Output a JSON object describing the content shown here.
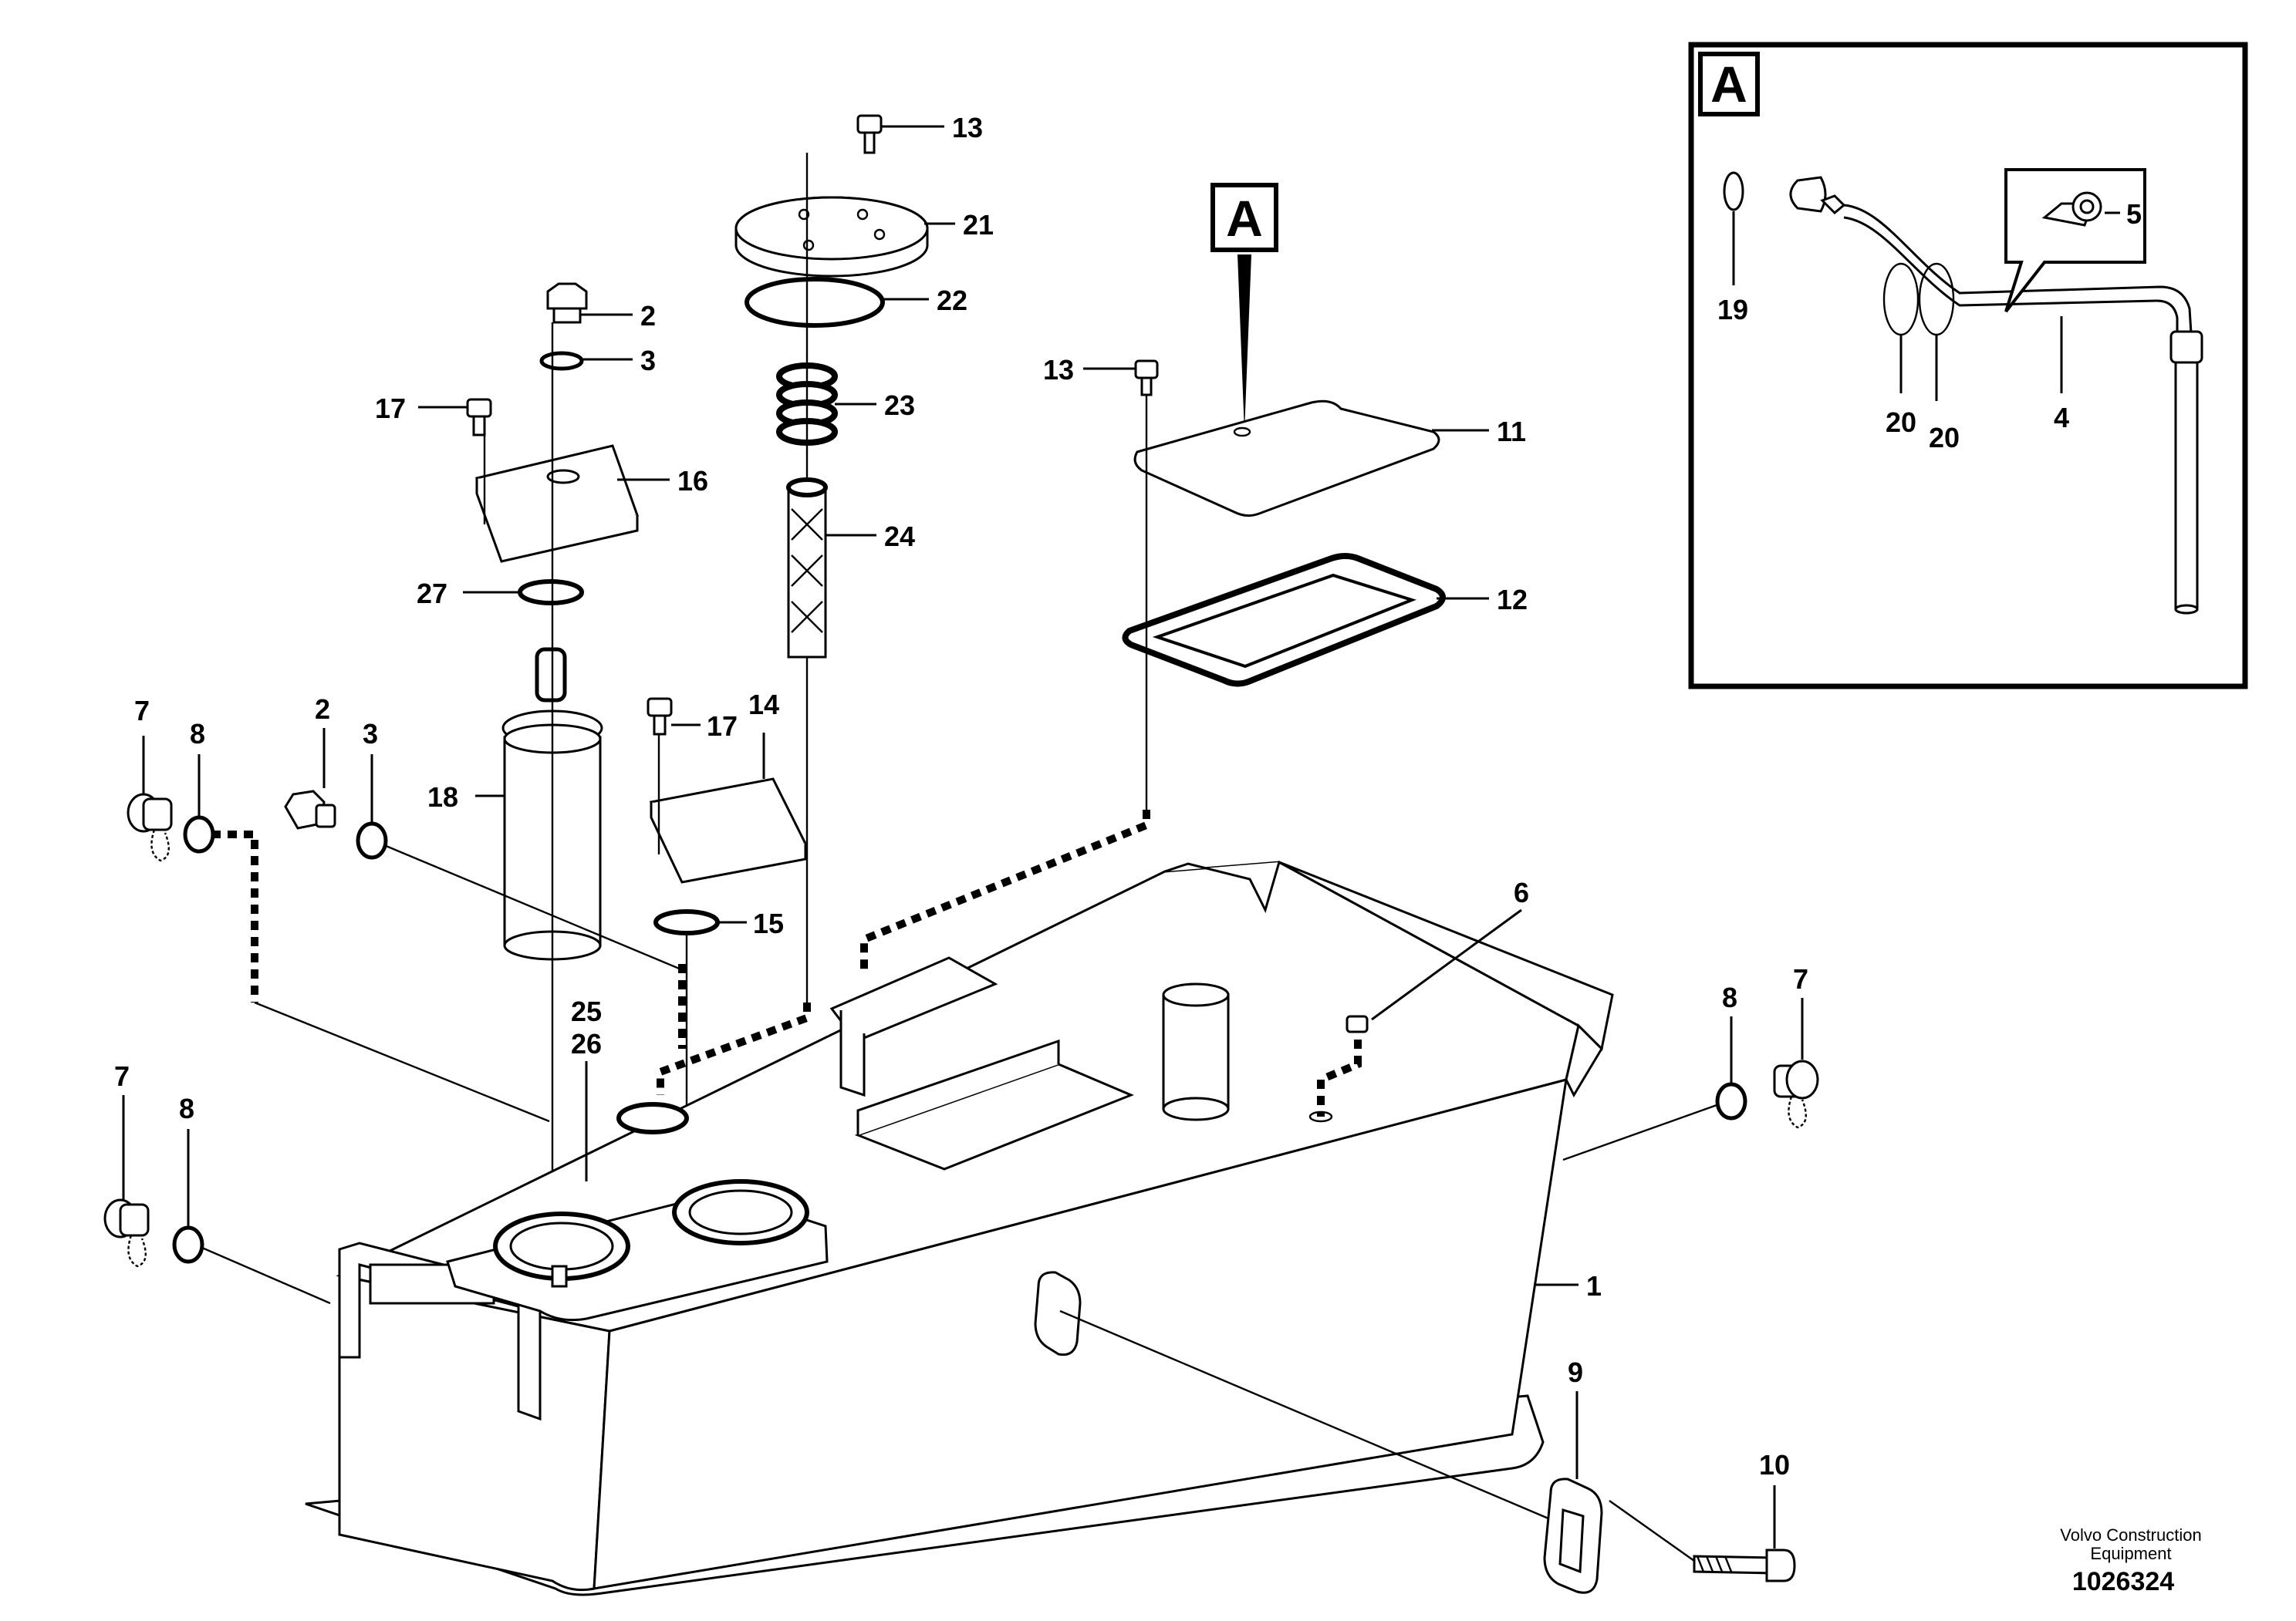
{
  "diagram": {
    "callouts": {
      "c1": "1",
      "c2a": "2",
      "c2b": "2",
      "c3a": "3",
      "c3b": "3",
      "c4": "4",
      "c5": "5",
      "c6": "6",
      "c7a": "7",
      "c7b": "7",
      "c7c": "7",
      "c8a": "8",
      "c8b": "8",
      "c8c": "8",
      "c9": "9",
      "c10": "10",
      "c11": "11",
      "c12": "12",
      "c13a": "13",
      "c13b": "13",
      "c14": "14",
      "c15": "15",
      "c16": "16",
      "c17a": "17",
      "c17b": "17",
      "c18": "18",
      "c19": "19",
      "c20a": "20",
      "c20b": "20",
      "c21": "21",
      "c22": "22",
      "c23": "23",
      "c24": "24",
      "c25": "25",
      "c26": "26",
      "c27": "27"
    },
    "view_marker": "A",
    "detail_marker": "A",
    "credit_line1": "Volvo Construction",
    "credit_line2": "Equipment",
    "drawing_number": "1026324"
  }
}
